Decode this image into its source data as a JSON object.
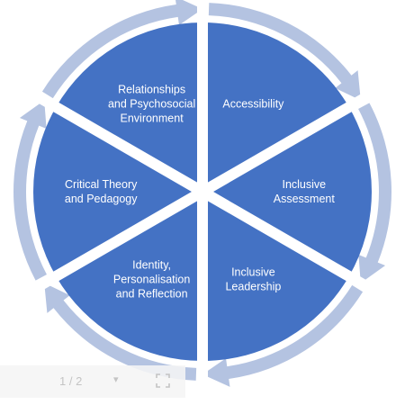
{
  "diagram": {
    "segments": [
      {
        "id": "accessibility",
        "lines": [
          "Accessibility"
        ]
      },
      {
        "id": "inclusive-assessment",
        "lines": [
          "Inclusive",
          "Assessment"
        ]
      },
      {
        "id": "inclusive-leadership",
        "lines": [
          "Inclusive",
          "Leadership"
        ]
      },
      {
        "id": "identity",
        "lines": [
          "Identity,",
          "Personalisation",
          "and Reflection"
        ]
      },
      {
        "id": "critical-theory",
        "lines": [
          "Critical Theory",
          "and Pedagogy"
        ]
      },
      {
        "id": "relationships",
        "lines": [
          "Relationships",
          "and Psychosocial",
          "Environment"
        ]
      }
    ],
    "colors": {
      "segment_fill": "#4472c4",
      "arrow_ring": "#b4c3e1",
      "separator": "#ffffff",
      "label_text": "#ffffff"
    }
  },
  "viewer": {
    "page_indicator": "1 / 2",
    "chevron_icon": "chevron-down-icon",
    "expand_icon": "expand-icon"
  }
}
